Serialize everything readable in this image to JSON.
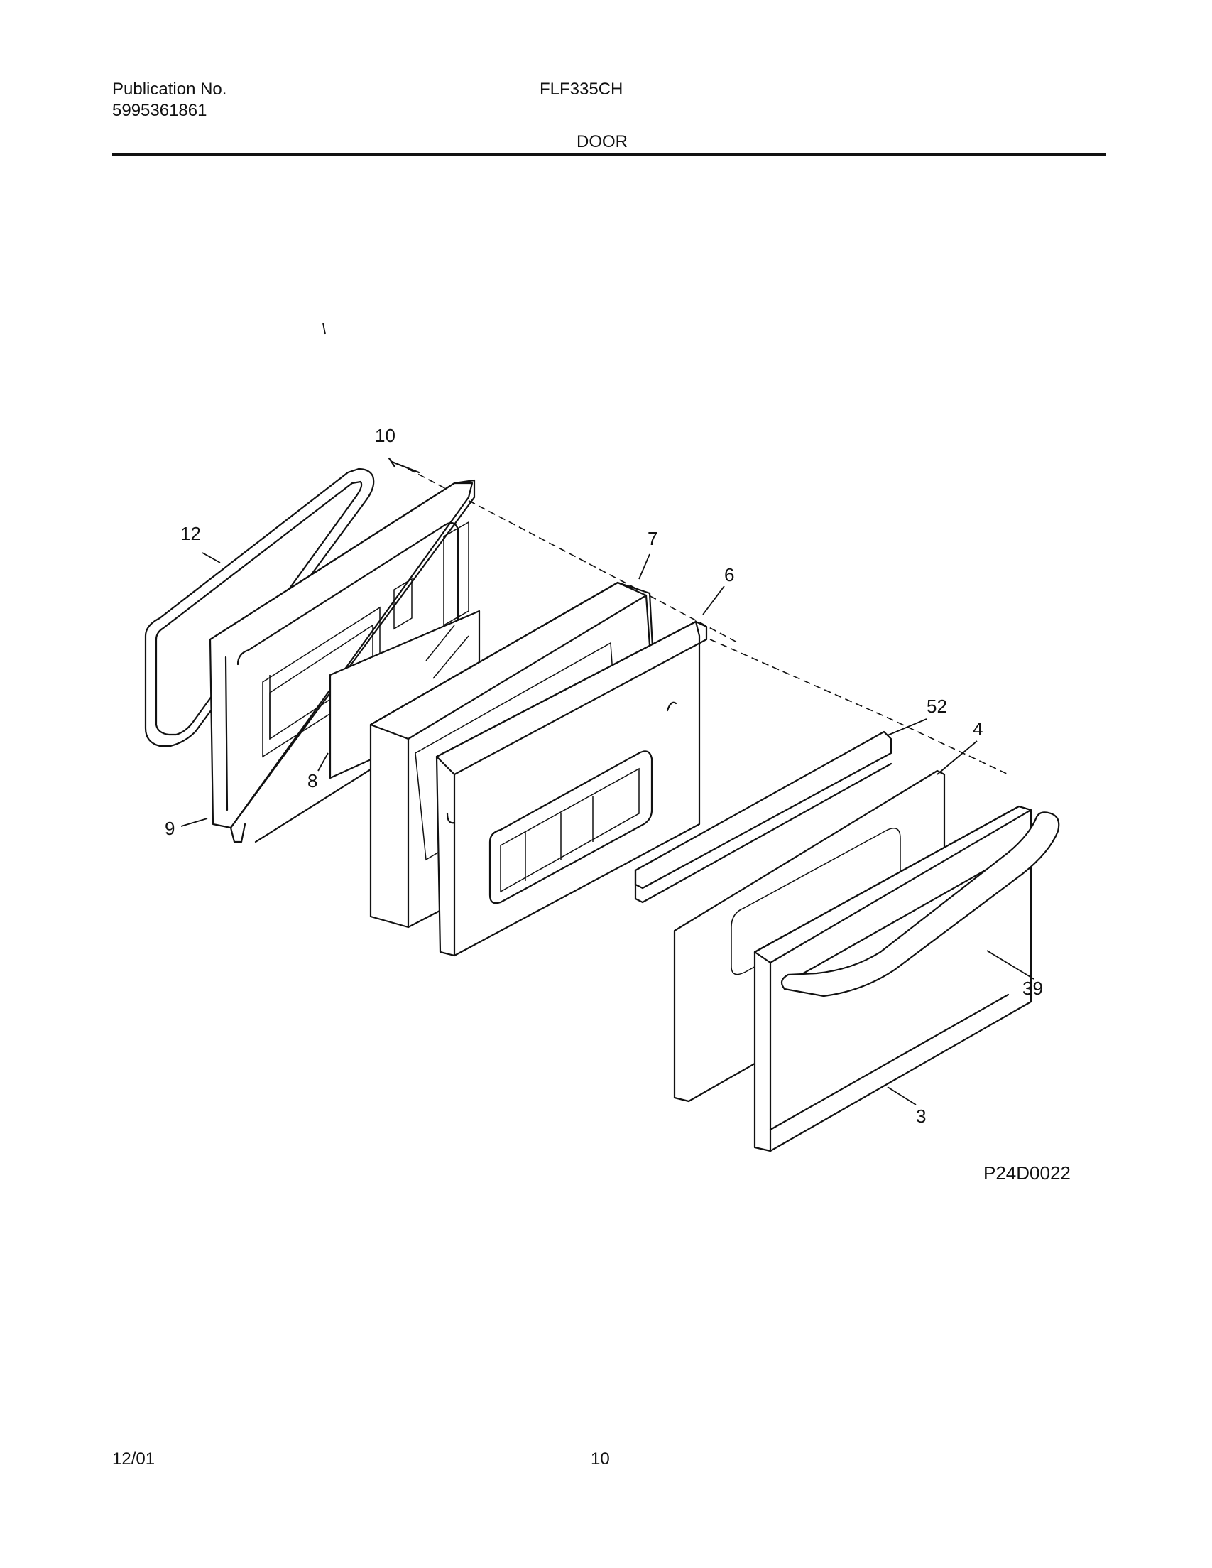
{
  "header": {
    "publication_label": "Publication No.",
    "publication_number": "5995361861",
    "model": "FLF335CH",
    "section": "DOOR"
  },
  "diagram": {
    "code": "P24D0022",
    "callouts": [
      "10",
      "12",
      "7",
      "6",
      "52",
      "4",
      "9",
      "8",
      "39",
      "3"
    ]
  },
  "footer": {
    "date": "12/01",
    "page": "10"
  }
}
